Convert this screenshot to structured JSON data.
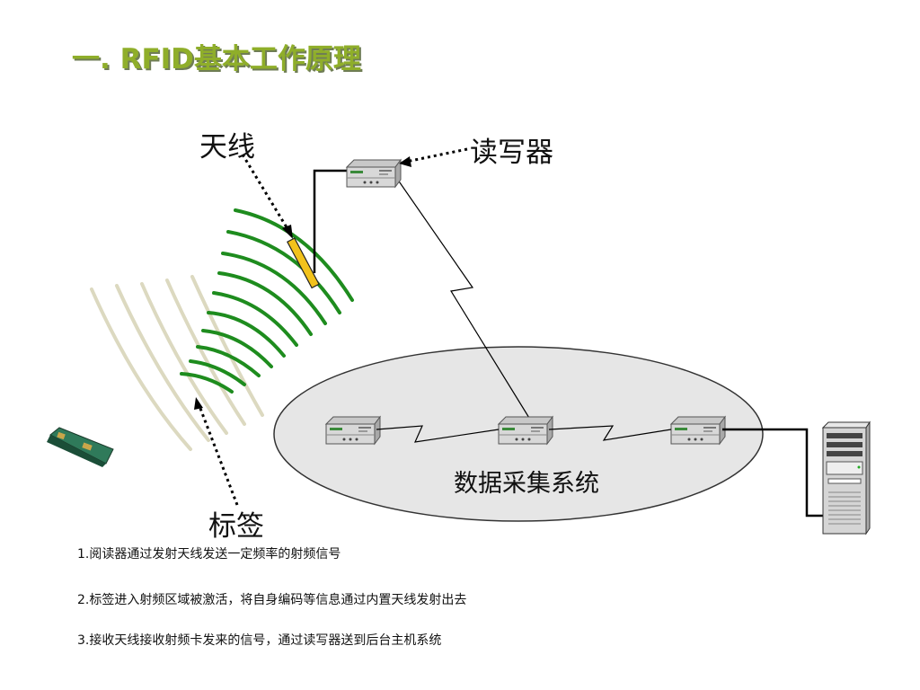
{
  "title": "一. RFID基本工作原理",
  "labels": {
    "antenna": "天线",
    "reader": "读写器",
    "tag": "标签",
    "system": "数据采集系统"
  },
  "notes": [
    "1.阅读器通过发射天线发送一定频率的射频信号",
    "2.标签进入射频区域被激活，将自身编码等信息通过内置天线发射出去",
    "3.接收天线接收射频卡发来的信号，通过读写器送到后台主机系统"
  ],
  "colors": {
    "title": "#8fae2a",
    "wave_green": "#1e8c1e",
    "wave_beige": "#dcd9c0",
    "ellipse_fill": "#e6e6e6",
    "antenna_fill": "#f2c21b"
  },
  "icons": [
    "reader-device-icon",
    "server-tower-icon",
    "rfid-tag-card-icon",
    "antenna-icon"
  ]
}
